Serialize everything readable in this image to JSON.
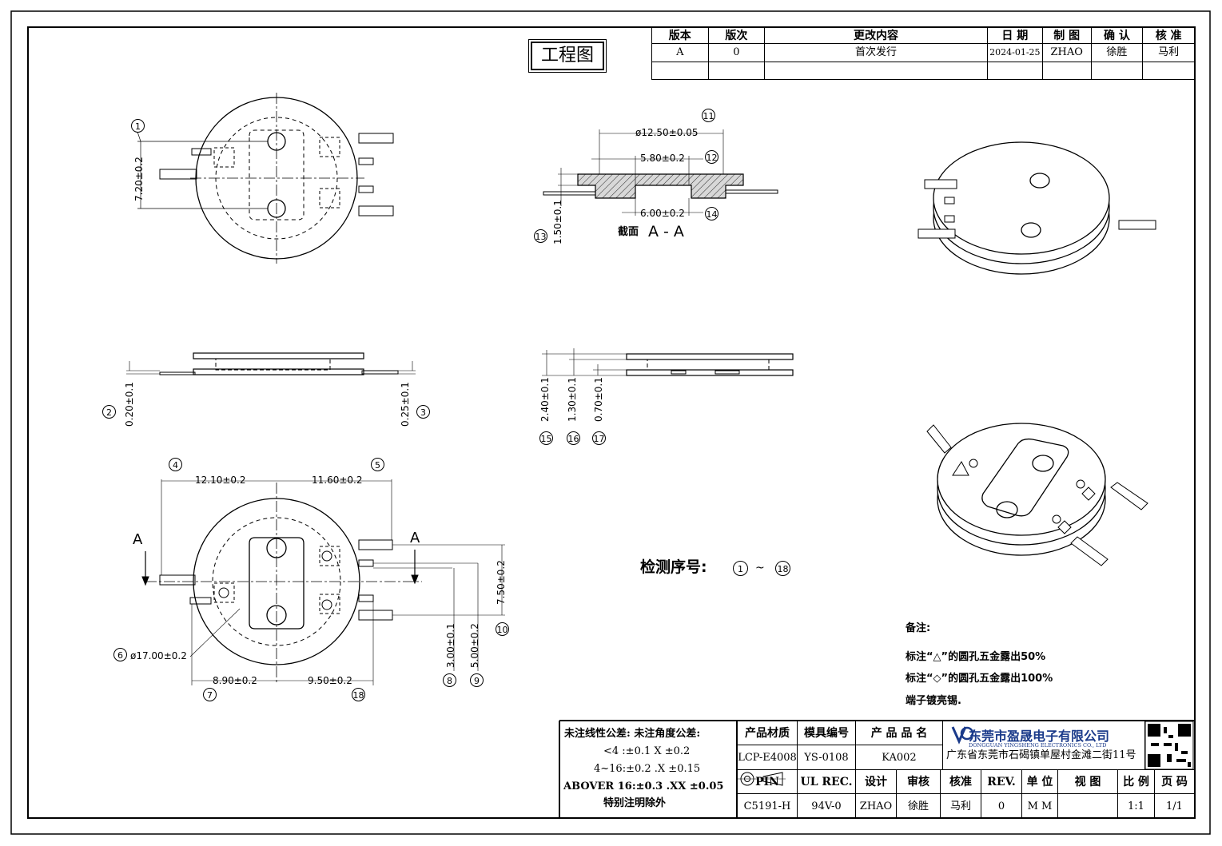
{
  "title_stamp": "工程图",
  "revision_table": {
    "headers": [
      "版本",
      "版次",
      "更改内容",
      "日 期",
      "制 图",
      "确 认",
      "核 准"
    ],
    "rows": [
      [
        "A",
        "0",
        "首次发行",
        "2024-01-25",
        "ZHAO",
        "徐胜",
        "马利"
      ]
    ]
  },
  "dims": {
    "d1": "7.20±0.2",
    "d2": "0.20±0.1",
    "d3": "0.25±0.1",
    "d4": "12.10±0.2",
    "d5": "11.60±0.2",
    "d6": "ø17.00±0.2",
    "d7": "8.90±0.2",
    "d18": "9.50±0.2",
    "d8": "3.00±0.1",
    "d9": "5.00±0.2",
    "d10": "7.50±0.2",
    "d11": "ø12.50±0.05",
    "d12": "5.80±0.2",
    "d14": "6.00±0.2",
    "d13": "1.50±0.1",
    "d15": "2.40±0.1",
    "d16": "1.30±0.1",
    "d17": "0.70±0.1"
  },
  "balloons": [
    "1",
    "2",
    "3",
    "4",
    "5",
    "6",
    "7",
    "8",
    "9",
    "10",
    "11",
    "12",
    "13",
    "14",
    "15",
    "16",
    "17",
    "18"
  ],
  "section_label": "截面",
  "section_name": "A - A",
  "section_marker": "A",
  "inspection": {
    "label": "检测序号:",
    "from": "1",
    "sep": "~",
    "to": "18"
  },
  "notes": {
    "title": "备注:",
    "lines": [
      "标注“△”的圆孔五金露出50%",
      "标注“◇”的圆孔五金露出100%",
      "端子镀亮锡."
    ]
  },
  "tolerance": {
    "header": "未注线性公差:  未注角度公差:",
    "rows": [
      "<4 :±0.1  X ±0.2",
      "4~16:±0.2  .X ±0.15",
      "ABOVER 16:±0.3  .XX ±0.05"
    ],
    "footer": "特别注明除外"
  },
  "title_block": {
    "material_h": "产品材质",
    "mold_h": "模具编号",
    "name_h": "产 品 品 名",
    "material": "LCP-E4008",
    "mold": "YS-0108",
    "name": "KA002",
    "company_cn": "东莞市盈晟电子有限公司",
    "company_en": "DONGGUAN YINGSHENG ELECTRONICS CO., LTD",
    "address": "广东省东莞市石碣镇单屋村金滩二街11号",
    "pin_h": "PIN",
    "ul_h": "UL REC.",
    "design_h": "设计",
    "check_h": "审核",
    "approve_h": "核准",
    "rev_h": "REV.",
    "unit_h": "单 位",
    "view_h": "视 图",
    "scale_h": "比 例",
    "page_h": "页 码",
    "pin": "C5191-H",
    "ul": "94V-0",
    "design": "ZHAO",
    "check": "徐胜",
    "approve": "马利",
    "rev": "0",
    "unit": "M M",
    "scale": "1:1",
    "page": "1/1"
  },
  "colors": {
    "line": "#000000",
    "paper": "#ffffff"
  }
}
